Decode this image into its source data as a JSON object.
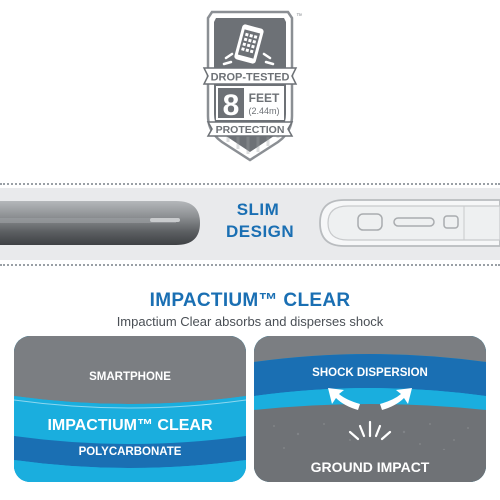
{
  "badge": {
    "line1": "DROP-TESTED",
    "number": "8",
    "unit": "FEET",
    "metric": "(2.44m)",
    "line3": "PROTECTION",
    "trademark": "™"
  },
  "slim": {
    "line1": "SLIM",
    "line2": "DESIGN"
  },
  "heading": {
    "title": "IMPACTIUM™ CLEAR",
    "subtitle": "Impactium Clear absorbs and disperses shock"
  },
  "left_panel": {
    "top_label": "SMARTPHONE",
    "middle_label": "IMPACTIUM™ CLEAR",
    "bottom_label": "POLYCARBONATE"
  },
  "right_panel": {
    "top_label": "SHOCK DISPERSION",
    "bottom_label": "GROUND IMPACT"
  },
  "colors": {
    "brand_blue": "#1a6fb3",
    "cyan": "#1aaede",
    "badge_gray": "#6d7176",
    "phone_gray": "#8a8d90",
    "ground_gray": "#6f7276"
  }
}
